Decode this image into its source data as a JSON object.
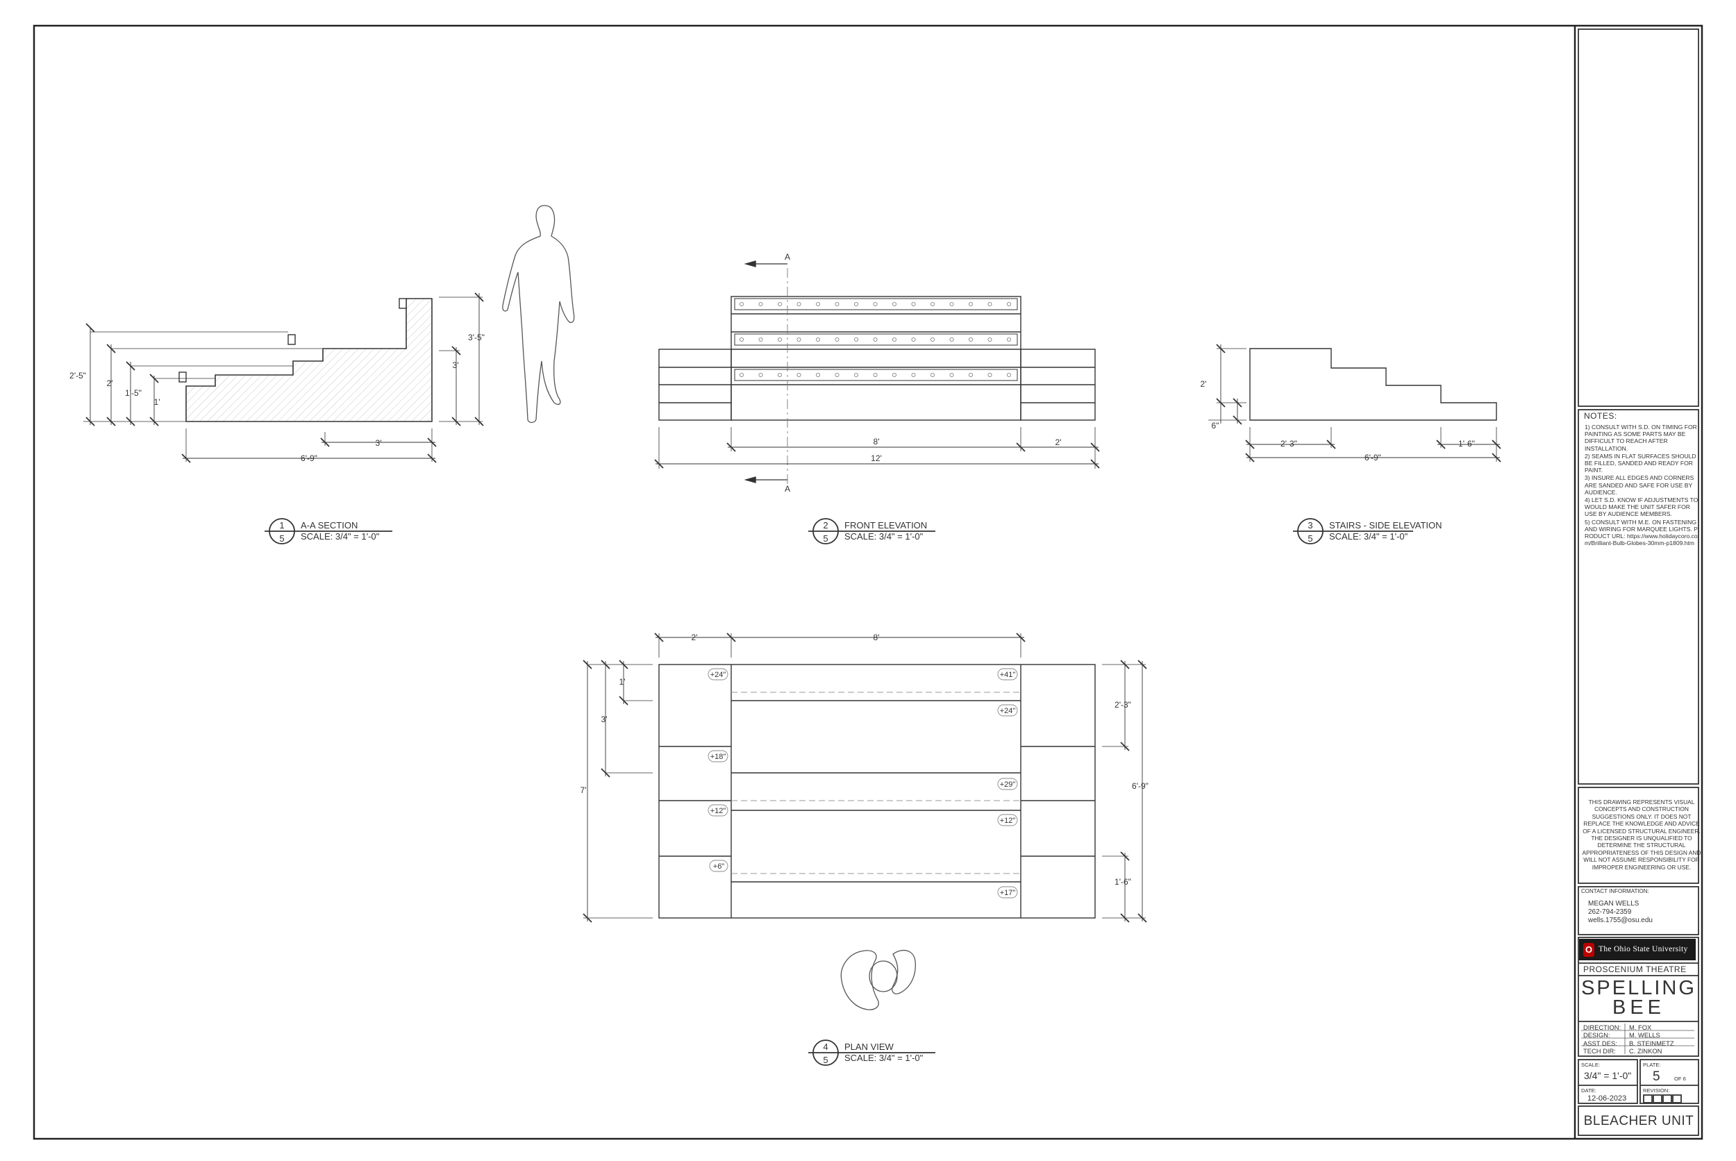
{
  "drawings": {
    "section": {
      "number": "1",
      "sheet": "5",
      "title": "A-A SECTION",
      "scale": "SCALE: 3/4\" = 1'-0\"",
      "dims": {
        "d_2_5": "2'-5\"",
        "d_2": "2'",
        "d_1_5": "1'-5\"",
        "d_1": "1'",
        "d_3_5": "3'-5\"",
        "d_3v": "3'",
        "d_3h": "3'",
        "d_6_9": "6'-9\""
      }
    },
    "front": {
      "number": "2",
      "sheet": "5",
      "title": "FRONT ELEVATION",
      "scale": "SCALE: 3/4\" = 1'-0\"",
      "section_mark": "A",
      "dims": {
        "d_8": "8'",
        "d_2": "2'",
        "d_12": "12'"
      }
    },
    "stairs": {
      "number": "3",
      "sheet": "5",
      "title": "STAIRS - SIDE ELEVATION",
      "scale": "SCALE: 3/4\" = 1'-0\"",
      "dims": {
        "d_2": "2'",
        "d_6": "6\"",
        "d_2_3": "2'-3\"",
        "d_1_6": "1'-6\"",
        "d_6_9": "6'-9\""
      }
    },
    "plan": {
      "number": "4",
      "sheet": "5",
      "title": "PLAN VIEW",
      "scale": "SCALE: 3/4\" = 1'-0\"",
      "dims": {
        "d_2": "2'",
        "d_8": "8'",
        "d_1": "1'",
        "d_3": "3'",
        "d_7": "7'",
        "d_2_3": "2'-3\"",
        "d_6_9": "6'-9\"",
        "d_1_6": "1'-6\""
      },
      "heights": {
        "h24a": "+24\"",
        "h41": "+41\"",
        "h24b": "+24\"",
        "h18": "+18\"",
        "h29": "+29\"",
        "h12a": "+12\"",
        "h12b": "+12\"",
        "h6": "+6\"",
        "h17": "+17\""
      }
    }
  },
  "title_block": {
    "notes_heading": "NOTES:",
    "notes": [
      "1)  CONSULT WITH S.D. ON TIMING FOR PAINTING AS SOME PARTS MAY BE DIFFICULT TO REACH AFTER INSTALLATION.",
      "2)  SEAMS IN FLAT SURFACES SHOULD BE FILLED, SANDED AND READY FOR PAINT.",
      "3)  INSURE ALL EDGES AND CORNERS ARE SANDED AND SAFE FOR USE BY AUDIENCE.",
      "4)  LET S.D. KNOW IF ADJUSTMENTS TO WOULD MAKE THE UNIT SAFER FOR USE BY AUDIENCE MEMBERS.",
      "5)  CONSULT WITH M.E. ON FASTENING AND WIRING FOR MARQUEE LIGHTS. PRODUCT URL: https://www.holidaycoro.com/Brilliant-Bulb-Globes-30mm-p1809.htm"
    ],
    "disclaimer": "THIS DRAWING REPRESENTS VISUAL CONCEPTS AND CONSTRUCTION SUGGESTIONS ONLY. IT DOES NOT REPLACE THE KNOWLEDGE AND ADVICE OF A LICENSED STRUCTURAL ENGINEER. THE DESIGNER IS UNQUALIFIED TO DETERMINE THE STRUCTURAL APPROPRIATENESS OF THIS DESIGN AND WILL NOT ASSUME RESPONSIBILITY FOR IMPROPER ENGINEERING OR USE.",
    "contact_heading": "CONTACT INFORMATION:",
    "contact_name": "MEGAN WELLS",
    "contact_phone": "262-794-2359",
    "contact_email": "wells.1755@osu.edu",
    "university_logo": "O",
    "university": "The Ohio State University",
    "venue": "PROSCENIUM THEATRE",
    "show_line1": "SPELLING",
    "show_line2": "BEE",
    "credits": [
      {
        "role": "DIRECTION:",
        "name": "M. FOX"
      },
      {
        "role": "DESIGN:",
        "name": "M. WELLS"
      },
      {
        "role": "ASST DES:",
        "name": "B. STEINMETZ"
      },
      {
        "role": "TECH DIR:",
        "name": "C. ZINKON"
      }
    ],
    "scale_label": "SCALE:",
    "scale_value": "3/4\" = 1'-0\"",
    "plate_label": "PLATE:",
    "plate_value": "5",
    "plate_of": "OF 6",
    "date_label": "DATE:",
    "date_value": "12-06-2023",
    "revision_label": "REVISION:",
    "sheet_title": "BLEACHER UNIT"
  },
  "colors": {
    "line": "#333333",
    "osu_red": "#bb0000",
    "osu_bar": "#1a1a1a"
  }
}
